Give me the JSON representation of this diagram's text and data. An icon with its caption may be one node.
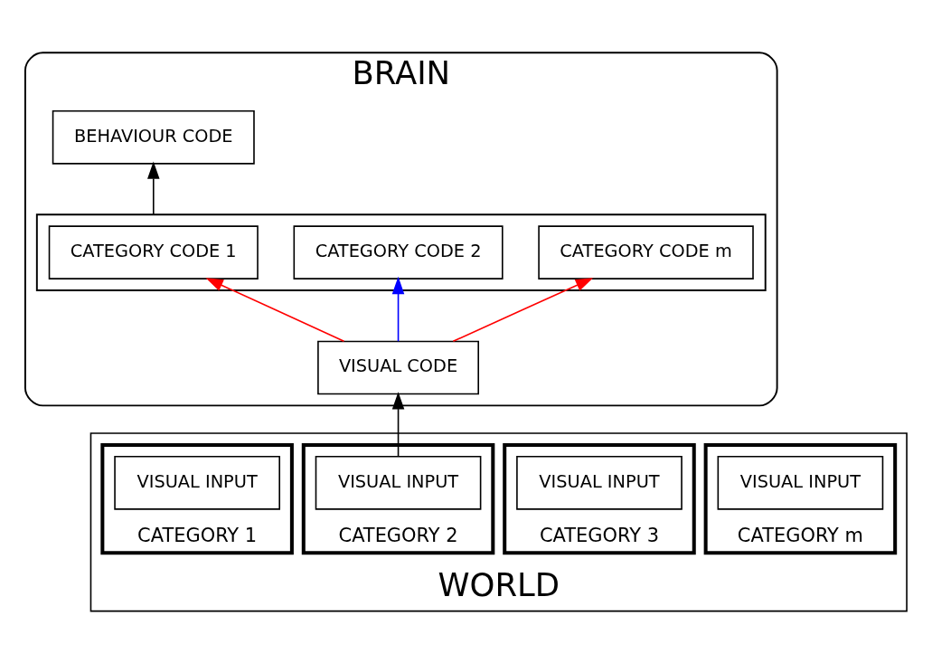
{
  "diagram": {
    "nodes": [
      {
        "text": [
          "BRAIN"
        ]
      },
      {
        "text": [
          "VISUAL CODE"
        ],
        "in": 0
      },
      {
        "text": [
          "BEHAVIOUR CODE"
        ],
        "in": 0
      },
      {
        "text": [],
        "shape": "box",
        "in": 0
      },
      {
        "text": [
          "CATEGORY CODE 1"
        ],
        "in": 3
      },
      {
        "text": [
          "CATEGORY CODE 2"
        ],
        "in": 3
      },
      {
        "text": [
          "CATEGORY CODE m"
        ],
        "in": 3
      },
      {
        "text": [
          "WORLD"
        ]
      },
      {
        "text": [
          "CATEGORY 1"
        ],
        "in": 7
      },
      {
        "text": [
          "VISUAL INPUT"
        ],
        "in": 8
      },
      {
        "text": [
          "CATEGORY 2"
        ],
        "in": 7
      },
      {
        "text": [
          "VISUAL INPUT"
        ],
        "in": 10
      },
      {
        "text": [
          "CATEGORY 3"
        ],
        "in": 7
      },
      {
        "text": [
          "VISUAL INPUT"
        ],
        "in": 12
      },
      {
        "text": [
          "CATEGORY m"
        ],
        "in": 7
      },
      {
        "text": [
          "VISUAL INPUT"
        ],
        "in": 14
      }
    ],
    "edges": [
      {
        "from": 1,
        "to": 4,
        "arrow": "to",
        "color": "#ff0000"
      },
      {
        "from": 1,
        "to": 5,
        "arrow": "to",
        "color": "#0000ff"
      },
      {
        "from": 1,
        "to": 6,
        "arrow": "to",
        "color": "#ff0000"
      },
      {
        "from": 3,
        "to": 2,
        "arrow": "to",
        "color": "#000000"
      },
      {
        "from": 11,
        "to": 1,
        "arrow": "to",
        "color": "#000000"
      }
    ]
  }
}
